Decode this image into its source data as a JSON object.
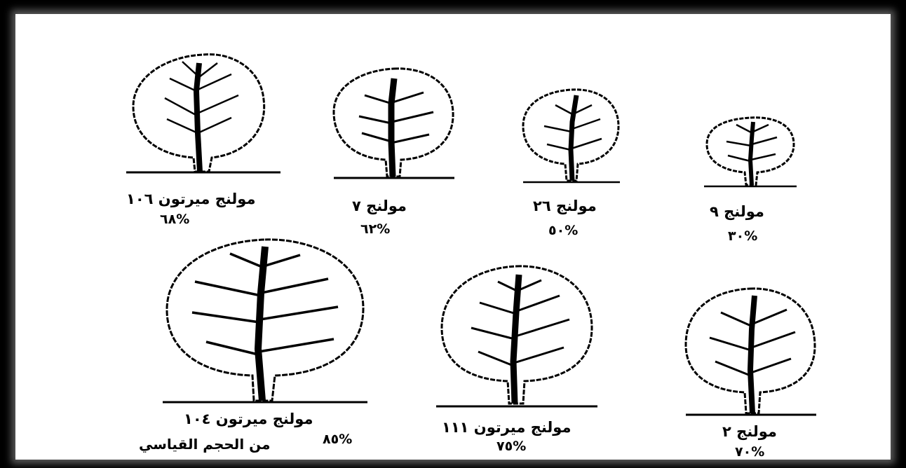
{
  "trees": [
    {
      "id": "mm106",
      "name": "مولنج ميرتون ١٠٦",
      "size_percent": "%٦٨"
    },
    {
      "id": "m7",
      "name": "مولنج ٧",
      "size_percent": "%٦٢"
    },
    {
      "id": "m26",
      "name": "مولنج ٢٦",
      "size_percent": "%٥٠"
    },
    {
      "id": "m9",
      "name": "مولنج ٩",
      "size_percent": "%٣٠"
    },
    {
      "id": "mm104",
      "name": "مولنج ميرتون ١٠٤",
      "size_percent": "%٨٥",
      "note": "من الحجم القياسي"
    },
    {
      "id": "mm111",
      "name": "مولنج ميرتون ١١١",
      "size_percent": "%٧٥"
    },
    {
      "id": "m2",
      "name": "مولنج ٢",
      "size_percent": "%٧٠"
    }
  ],
  "colors": {
    "border": "#000000",
    "background": "#ffffff",
    "ink": "#000000"
  },
  "icons": [
    "tree-icon"
  ]
}
